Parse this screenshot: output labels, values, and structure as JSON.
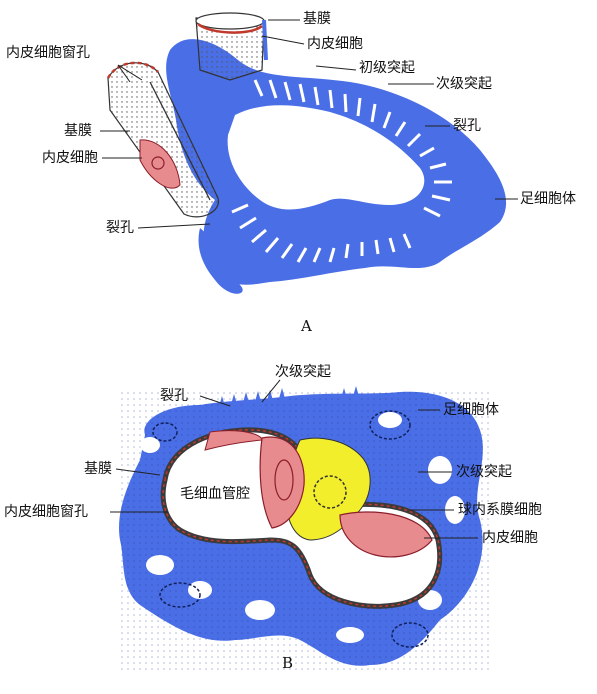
{
  "panelA": {
    "letter": "A",
    "labels": {
      "basement_top": "基膜",
      "endothelial_top": "内皮细胞",
      "endothelial_fenestra": "内皮细胞窗孔",
      "primary_process": "初级突起",
      "secondary_process": "次级突起",
      "basement_left": "基膜",
      "slit_right": "裂孔",
      "endothelial_left": "内皮细胞",
      "podocyte_body": "足细胞体",
      "slit_bottom": "裂孔"
    }
  },
  "panelB": {
    "letter": "B",
    "labels": {
      "secondary_process_top": "次级突起",
      "slit": "裂孔",
      "podocyte_body": "足细胞体",
      "basement": "基膜",
      "capillary_lumen": "毛细血管腔",
      "secondary_process_right": "次级突起",
      "endothelial_fenestra": "内皮细胞窗孔",
      "mesangial_cell": "球内系膜细胞",
      "endothelial_cell": "内皮细胞"
    }
  },
  "colors": {
    "podocyte_blue": "#4a6ee6",
    "endothelial_pink": "#e88b8e",
    "mesangial_yellow": "#f2ee2c",
    "basement_dark": "#3b3b3b"
  }
}
